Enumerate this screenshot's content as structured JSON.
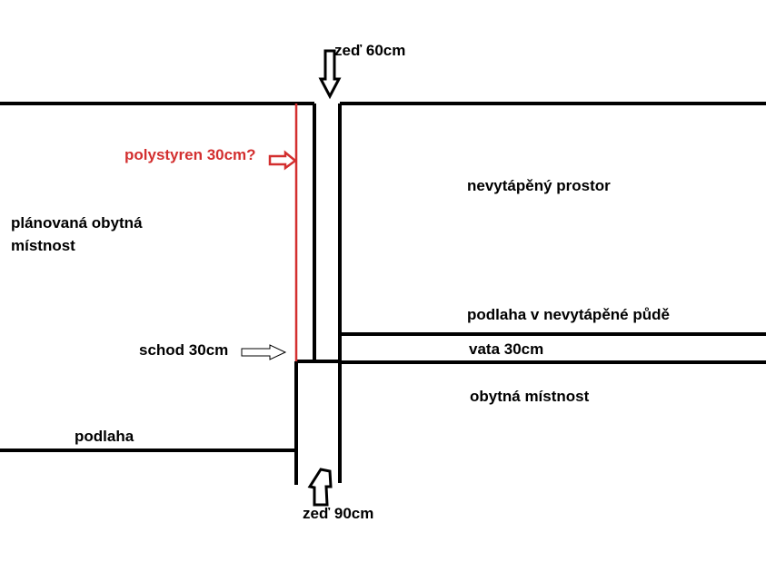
{
  "colors": {
    "line": "#000000",
    "insulation": "#d32f2f",
    "background": "#ffffff"
  },
  "labels": {
    "wall_top": "zeď 60cm",
    "wall_bottom": "zeď 90cm",
    "polystyrene": "polystyren 30cm?",
    "unheated_space": "nevytápěný prostor",
    "planned_room_line1": "plánovaná obytná",
    "planned_room_line2": "místnost",
    "attic_floor": "podlaha v nevytápěné půdě",
    "wool": "vata 30cm",
    "step": "schod 30cm",
    "living_room": "obytná místnost",
    "floor": "podlaha"
  },
  "icons": {
    "wall_top_arrow": "arrow-down-icon",
    "wall_bottom_arrow": "arrow-up-icon",
    "polystyrene_arrow": "arrow-right-icon",
    "step_arrow": "arrow-right-icon"
  }
}
